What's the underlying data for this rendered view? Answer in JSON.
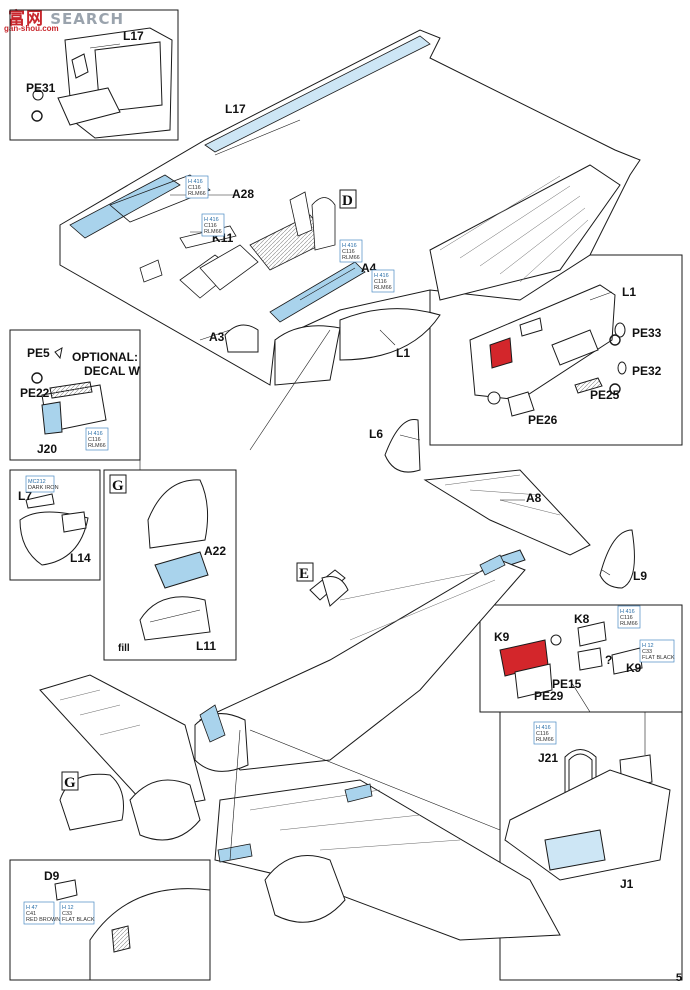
{
  "watermark": {
    "brand_cn": "富",
    "brand_cn2": "网",
    "brand_en": "SEARCH",
    "url": "gan-shou.com"
  },
  "page_number": "5",
  "parts": {
    "L17_inset": "L17",
    "PE31": "PE31",
    "L17": "L17",
    "A28": "A28",
    "K11": "K11",
    "D": "D",
    "A4": "A4",
    "A3": "A3",
    "L1": "L1",
    "L1_inset": "L1",
    "PE33": "PE33",
    "PE32": "PE32",
    "PE25": "PE25",
    "PE26": "PE26",
    "PE5": "PE5",
    "optional": "OPTIONAL:",
    "decal": "DECAL W",
    "PE22": "PE22",
    "J20": "J20",
    "L6": "L6",
    "A8": "A8",
    "L9": "L9",
    "L7": "L7",
    "L14": "L14",
    "G1": "G",
    "A22": "A22",
    "fill": "fill",
    "L11": "L11",
    "E": "E",
    "K8": "K8",
    "K9a": "K9",
    "K9b": "K9",
    "PE15": "PE15",
    "PE29": "PE29",
    "J21": "J21",
    "J1": "J1",
    "G2": "G",
    "D9": "D9"
  },
  "paint_callouts": {
    "c1": {
      "code": "H 416",
      "num": "C116",
      "name": "RLM66"
    },
    "c2": {
      "code": "H 416",
      "num": "C116",
      "name": "RLM66"
    },
    "c3": {
      "code": "H 416",
      "num": "C116",
      "name": "RLM66"
    },
    "c4": {
      "code": "H 416",
      "num": "C116",
      "name": "RLM66"
    },
    "c5": {
      "code": "H 416",
      "num": "C116",
      "name": "RLM66"
    },
    "c6": {
      "code": "H 416",
      "num": "C116",
      "name": "RLM66"
    },
    "c7": {
      "code": "H 416",
      "num": "C116",
      "name": "RLM66"
    },
    "iron": {
      "code": "MC212",
      "name": "DARK IRON"
    },
    "flat1": {
      "code": "H 12",
      "num": "C33",
      "name": "FLAT BLACK"
    },
    "flat2": {
      "code": "H 12",
      "num": "C33",
      "name": "FLAT BLACK"
    },
    "red": {
      "code": "H 47",
      "num": "C41",
      "name": "RED BROWN"
    }
  },
  "colors": {
    "blue_part": "#a9d3ec",
    "red_part": "#d3262b",
    "line": "#1a1a1a",
    "callout_border": "#4a8cc4"
  }
}
